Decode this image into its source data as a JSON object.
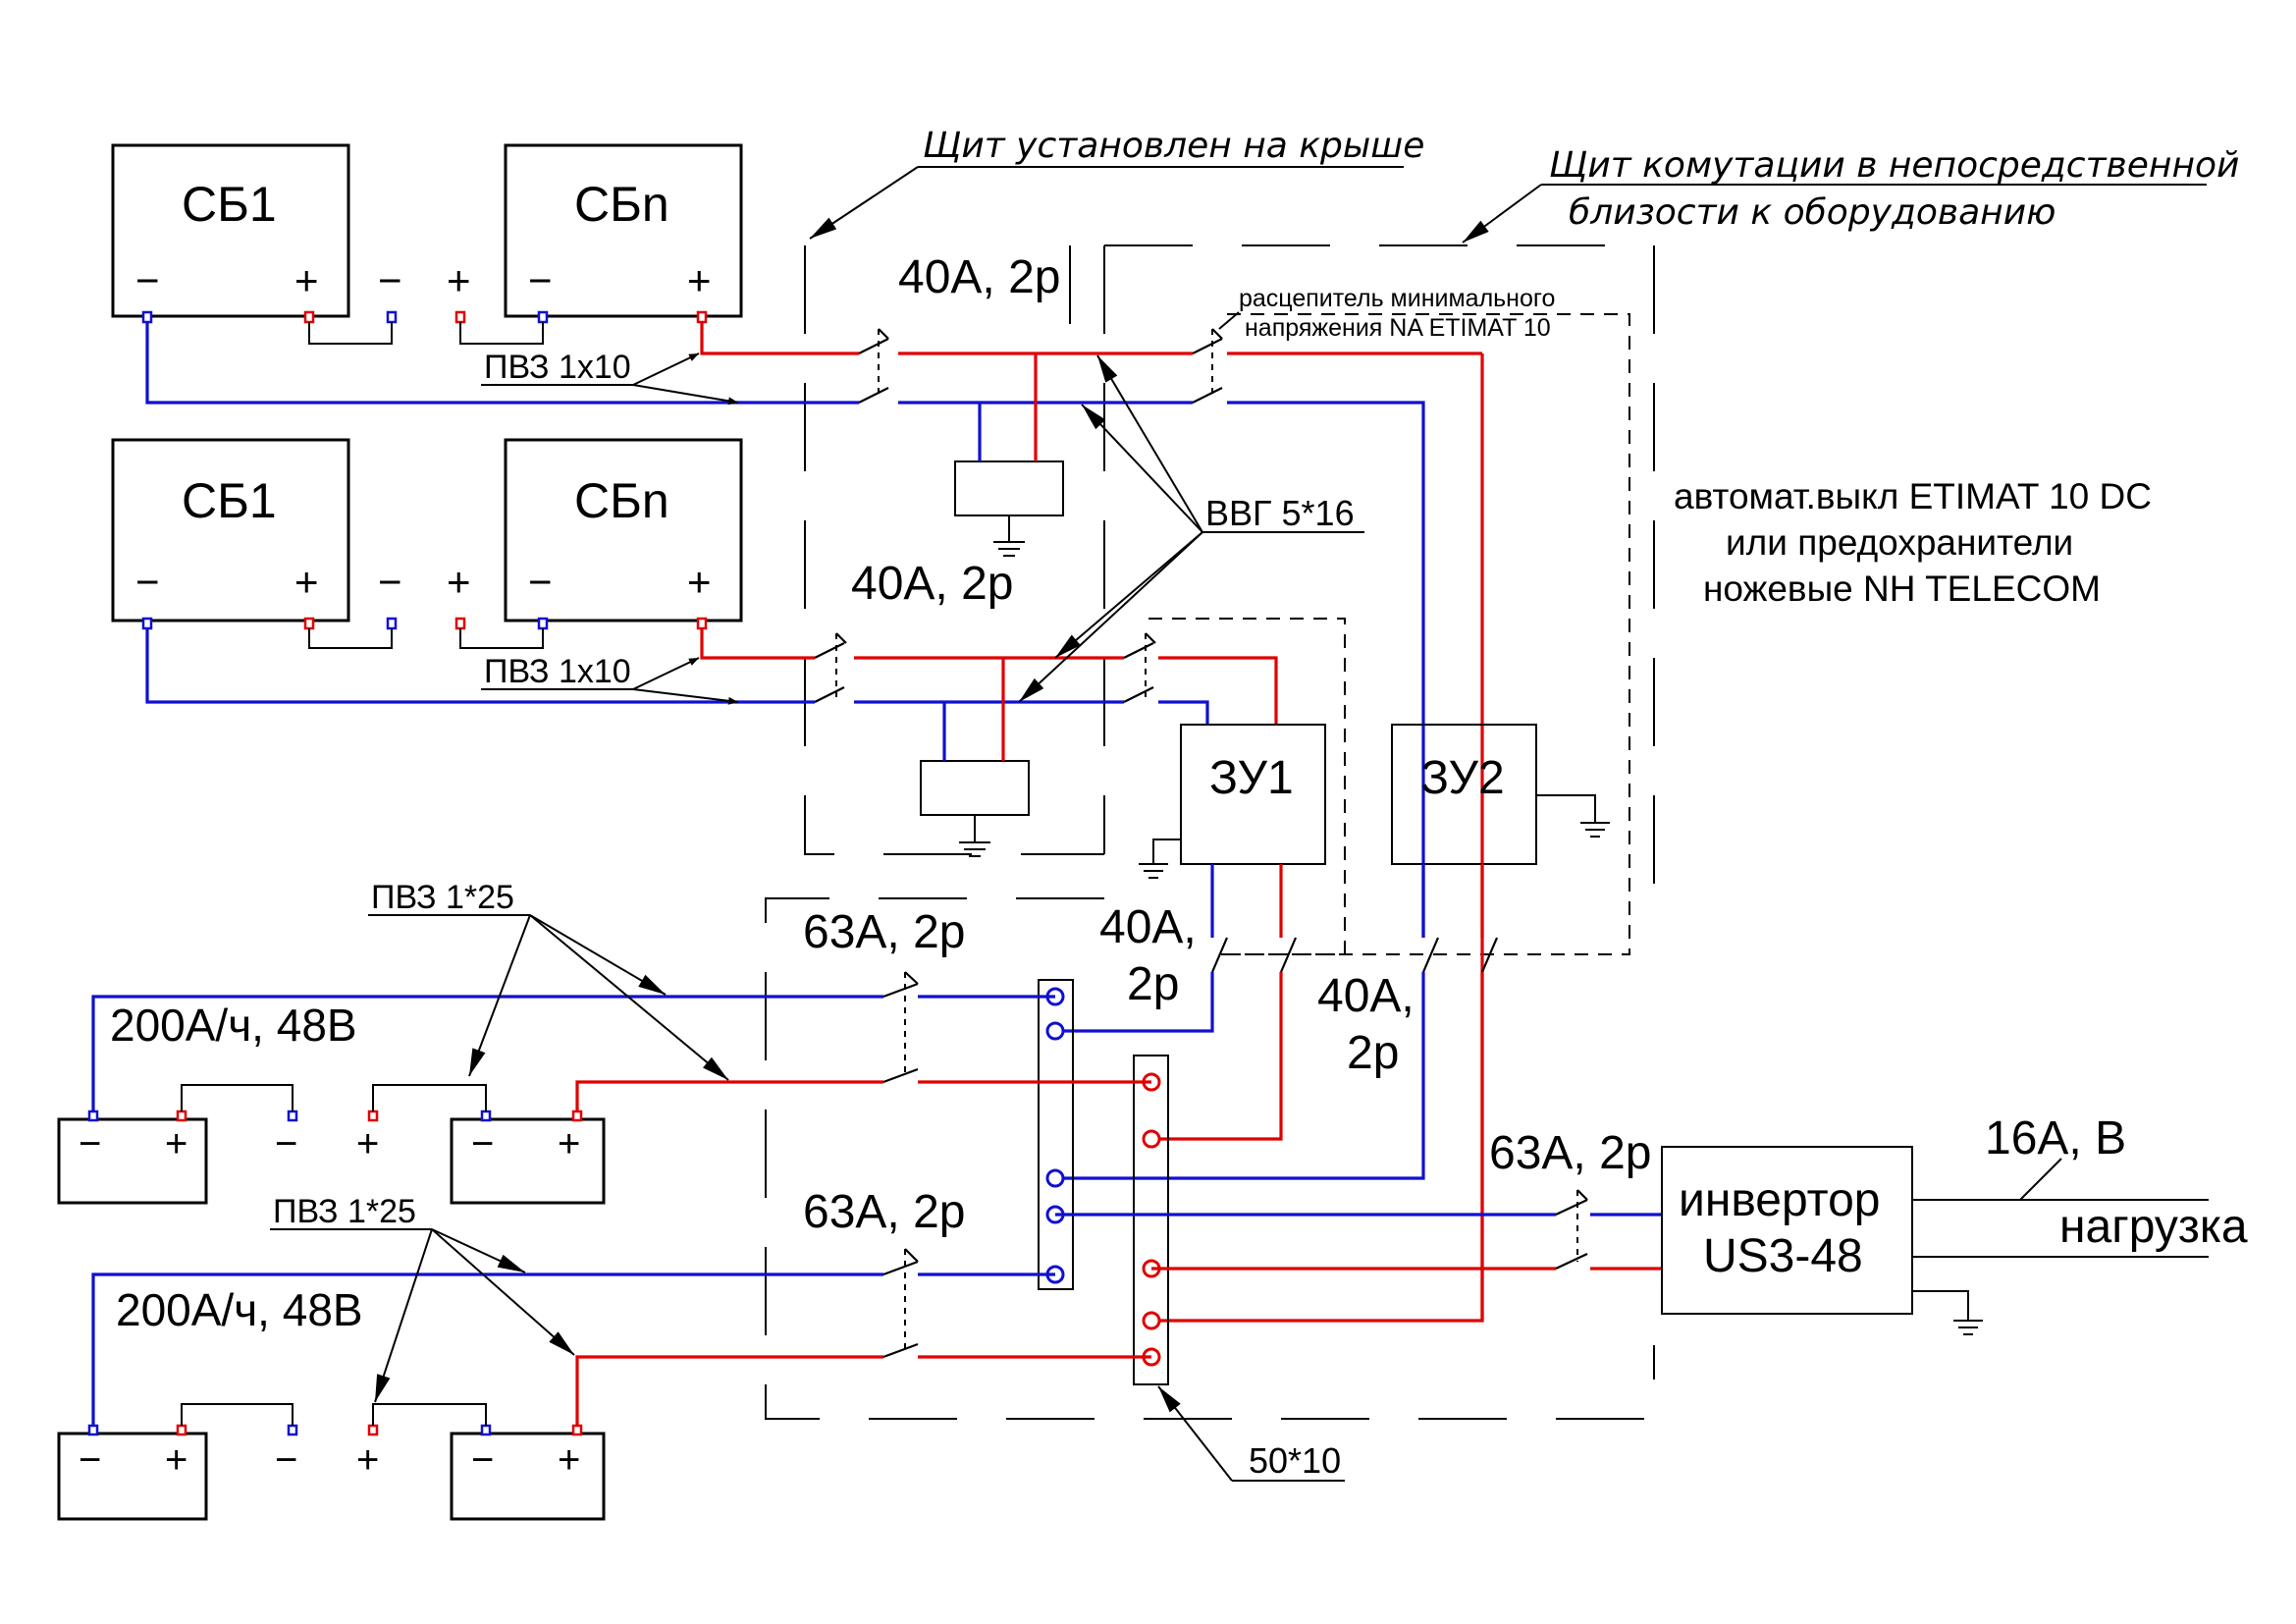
{
  "panels": {
    "roof": "Щит установлен на крыше",
    "switching_line1": "Щит комутации в непосредственной",
    "switching_line2": "близости к оборудованию"
  },
  "solar_panels": [
    {
      "label": "СБ1",
      "minus": "−",
      "plus": "+"
    },
    {
      "label": "СБn",
      "minus": "−",
      "plus": "+"
    },
    {
      "label": "СБ1",
      "minus": "−",
      "plus": "+"
    },
    {
      "label": "СБn",
      "minus": "−",
      "plus": "+"
    }
  ],
  "breakers": {
    "top1": "40А, 2р",
    "top2": "40А, 2р",
    "zu1_out_a": "40А,",
    "zu1_out_b": "2р",
    "zu2_out_a": "40А,",
    "zu2_out_b": "2р",
    "bat1": "63А, 2р",
    "bat2": "63А, 2р",
    "inverter_in": "63А, 2р"
  },
  "cables": {
    "pv1": "ПВЗ 1х10",
    "pv2": "ПВЗ 1х10",
    "vvg": "ВВГ 5*16",
    "bat1": "ПВЗ 1*25",
    "bat2": "ПВЗ 1*25",
    "busbar": "50*10"
  },
  "notes": {
    "undervoltage_line1": "расцепитель минимального",
    "undervoltage_line2": "напряжения NA ETIMAT 10",
    "protection_line1": "автомат.выкл ETIMAT 10 DC",
    "protection_line2": "или предохранители",
    "protection_line3": "ножевые NH TELECOM"
  },
  "chargers": {
    "zu1": "ЗУ1",
    "zu2": "ЗУ2"
  },
  "battery_banks": [
    {
      "label": "200А/ч, 48В",
      "minus": "−",
      "plus": "+"
    },
    {
      "label": "200А/ч, 48В",
      "minus": "−",
      "plus": "+"
    }
  ],
  "inverter": {
    "line1": "инвертор",
    "line2": "US3-48"
  },
  "load": {
    "breaker": "16А, В",
    "label": "нагрузка"
  },
  "colors": {
    "positive": "#e00000",
    "negative": "#1010d0"
  }
}
